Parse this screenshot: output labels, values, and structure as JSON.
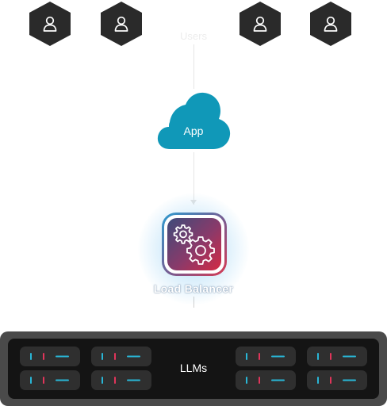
{
  "users": {
    "label": "Users",
    "icons": [
      "user-icon",
      "user-icon",
      "user-icon",
      "user-icon"
    ]
  },
  "app": {
    "label": "App",
    "icon": "cloud-icon",
    "color": "#1098b8"
  },
  "load_balancer": {
    "label": "Load Balancer",
    "icon": "gears-icon",
    "accent_colors": [
      "#2e9cd0",
      "#d42a44"
    ]
  },
  "llms": {
    "label": "LLMs",
    "indicator_colors": {
      "cyan": "#29b6d6",
      "red": "#e0355a"
    }
  }
}
